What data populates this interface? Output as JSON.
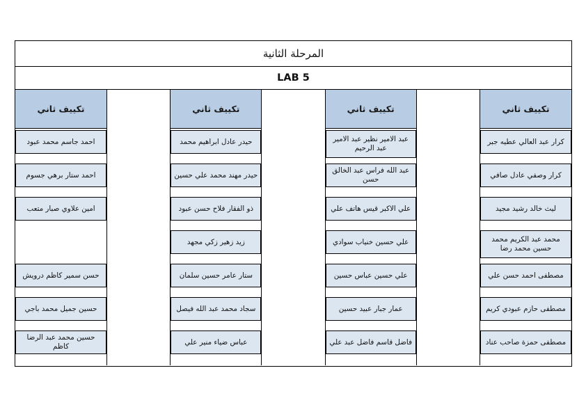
{
  "document": {
    "title": "المرحلة الثانية",
    "lab_label": "LAB 5",
    "column_header": "تكييف ثاني",
    "colors": {
      "header_fill": "#b8cce4",
      "cell_fill": "#dce6f1",
      "border": "#000000",
      "page_background": "#ffffff"
    }
  },
  "columns": [
    {
      "header": "تكييف ثاني",
      "cells": [
        "كرار عبد العالي عطيه جبر",
        "كرار وصفي عادل صافي",
        "ليث خالد رشيد مجيد",
        "محمد عبد الكريم محمد حسين محمد رضا",
        "مصطفى احمد حسن علي",
        "مصطفى حازم عبودي كريم",
        "مصطفى حمزة صاحب عناد"
      ]
    },
    {
      "header": "تكييف ثاني",
      "cells": [
        "عبد الامير نظير عبد الامير عبد الرحيم",
        "عبد الله فراس عبد الخالق حسن",
        "علي الاكبر قيس هاتف علي",
        "علي حسين خنياب سوادي",
        "علي حسين عباس حسين",
        "عمار جبار عبيد حسين",
        "فاضل قاسم فاضل عبد علي"
      ]
    },
    {
      "header": "تكييف ثاني",
      "cells": [
        "حيدر عادل ابراهيم محمد",
        "حيدر مهند محمد علي حسين",
        "ذو الفقار فلاح حسن عبود",
        "زيد زهير زكي مجهد",
        "ستار عامر حسين سلمان",
        "سجاد محمد عبد الله فيصل",
        "عباس ضياء منير علي"
      ]
    },
    {
      "header": "تكييف ثاني",
      "cells": [
        "احمد جاسم محمد عبود",
        "احمد ستار برهي جسوم",
        "امين علاوي صبار متعب",
        "",
        "حسن سمير كاظم درويش",
        "حسين جميل محمد باجي",
        "حسين محمد عبد الرضا كاظم"
      ]
    }
  ]
}
